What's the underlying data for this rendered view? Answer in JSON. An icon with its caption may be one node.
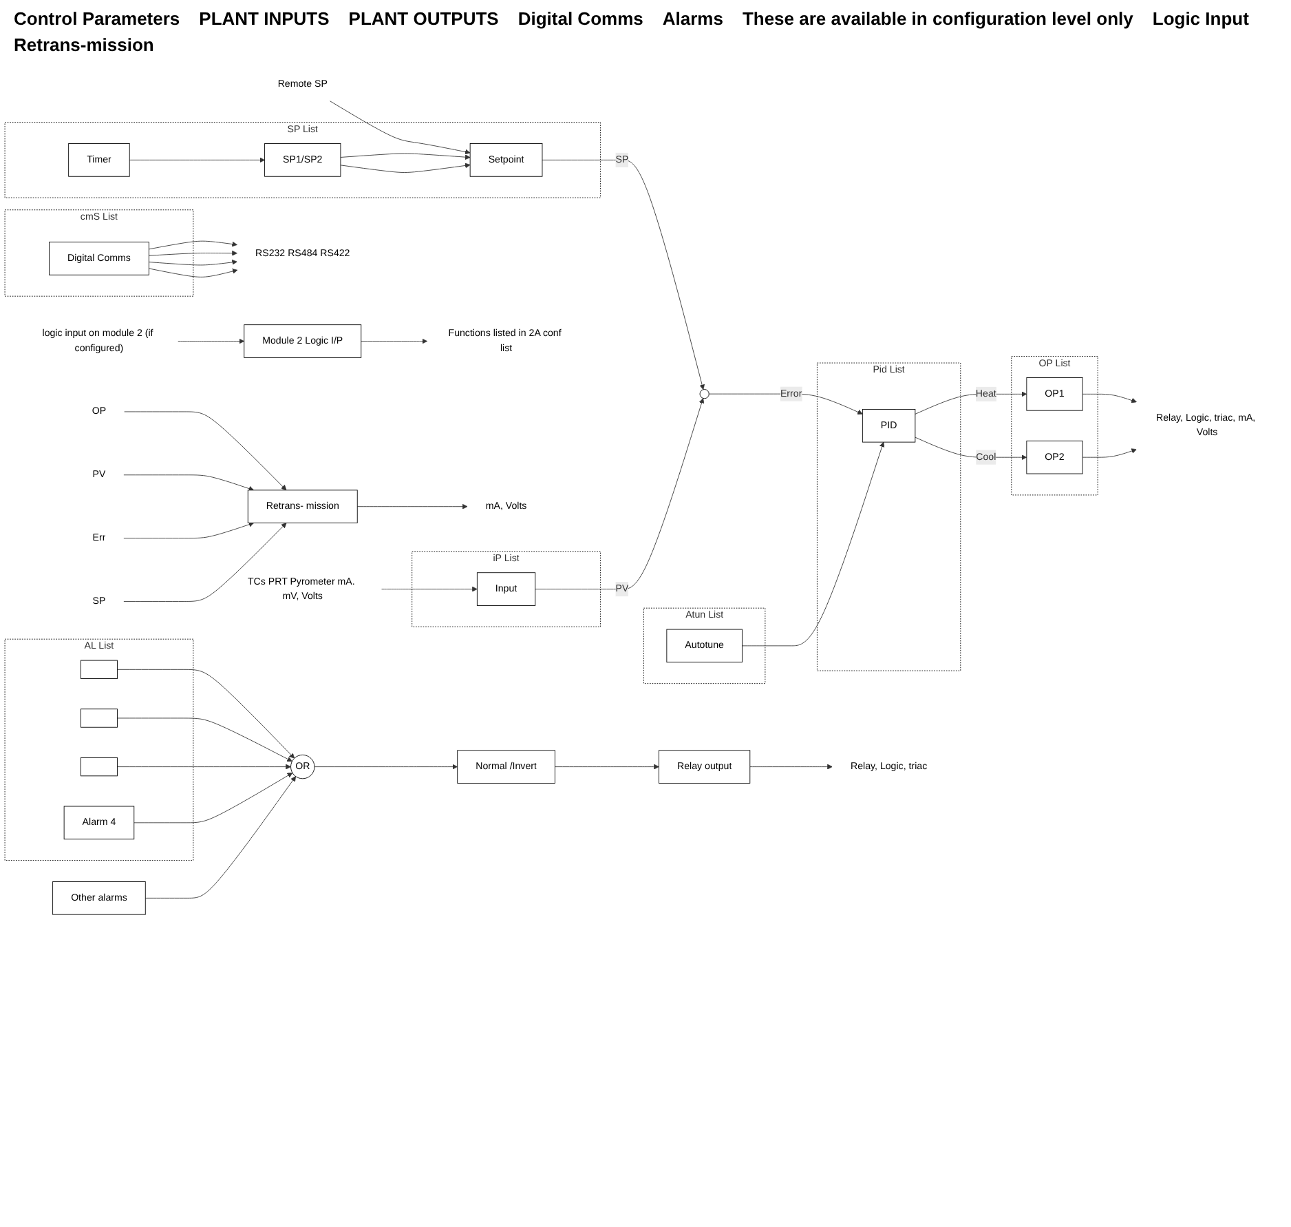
{
  "diagram": {
    "nodes": [
      {
        "text": [
          "Remote SP"
        ]
      },
      {
        "text": [
          "TCs PRT Pyrometer mA. mV, Volts"
        ]
      },
      {
        "text": [
          "SP List"
        ]
      },
      {
        "text": [
          "Timer"
        ],
        "in": 2
      },
      {
        "text": [
          "SP1/SP2"
        ],
        "in": 2
      },
      {
        "text": [
          "Setpoint"
        ],
        "in": 2
      },
      {
        "text": [
          "iP List"
        ]
      },
      {
        "text": [
          "Input"
        ],
        "in": 6
      },
      {
        "text": [],
        "shape": "circle"
      },
      {
        "text": [
          "Atun List"
        ]
      },
      {
        "text": [
          "Autotune"
        ],
        "in": 9
      },
      {
        "text": [
          "Pid List"
        ]
      },
      {
        "text": [
          "PID"
        ],
        "in": 11
      },
      {
        "text": [
          "OP List"
        ]
      },
      {
        "text": [
          "OP1"
        ],
        "in": 13
      },
      {
        "text": [
          "OP2"
        ],
        "in": 13
      },
      {
        "text": [
          "Relay, Logic, triac, mA, Volts"
        ]
      },
      {
        "text": [
          "cmS List"
        ]
      },
      {
        "text": [
          "Digital Comms"
        ],
        "in": 17
      },
      {
        "text": [
          "RS232 RS484 RS422"
        ]
      },
      {
        "text": [
          "AL List"
        ]
      },
      {
        "text": [],
        "shape": "box",
        "in": 20
      },
      {
        "text": [],
        "shape": "box",
        "in": 20
      },
      {
        "text": [],
        "shape": "box",
        "in": 20
      },
      {
        "text": [
          "Alarm 4"
        ],
        "in": 20
      },
      {
        "text": [
          "OR"
        ]
      },
      {
        "text": [
          "Other alarms"
        ]
      },
      {
        "text": [
          "Normal /Invert"
        ]
      },
      {
        "text": [
          "Relay output"
        ]
      },
      {
        "text": [
          "Relay, Logic, triac"
        ]
      },
      {
        "text": [
          "logic input on module 2 (if configured)"
        ]
      },
      {
        "text": [
          "Module 2 Logic I/P"
        ]
      },
      {
        "text": [
          "Functions listed in 2A conf list"
        ]
      },
      {
        "text": [
          "OP"
        ]
      },
      {
        "text": [
          "PV"
        ]
      },
      {
        "text": [
          "Err"
        ]
      },
      {
        "text": [
          "SP"
        ]
      },
      {
        "text": [
          "Retrans- mission"
        ]
      },
      {
        "text": [
          "mA, Volts"
        ]
      }
    ],
    "edges": [
      {
        "from": 0,
        "to": 5,
        "arrow": "to"
      },
      {
        "from": 3,
        "to": 4,
        "arrow": "to"
      },
      {
        "from": 4,
        "to": 5,
        "arrow": "to"
      },
      {
        "from": 4,
        "to": 5,
        "arrow": "to"
      },
      {
        "from": 5,
        "to": 8,
        "arrow": "to",
        "label": "SP"
      },
      {
        "from": 1,
        "to": 7,
        "arrow": "to"
      },
      {
        "from": 7,
        "to": 8,
        "arrow": "to",
        "label": "PV"
      },
      {
        "from": 8,
        "to": 12,
        "arrow": "to",
        "label": "Error"
      },
      {
        "from": 10,
        "to": 12,
        "arrow": "to"
      },
      {
        "from": 12,
        "to": 14,
        "arrow": "to",
        "label": "Heat"
      },
      {
        "from": 12,
        "to": 15,
        "arrow": "to",
        "label": "Cool"
      },
      {
        "from": 14,
        "to": 16,
        "arrow": "to"
      },
      {
        "from": 15,
        "to": 16,
        "arrow": "to"
      },
      {
        "from": 18,
        "to": 19,
        "arrow": "to"
      },
      {
        "from": 18,
        "to": 19,
        "arrow": "to"
      },
      {
        "from": 18,
        "to": 19,
        "arrow": "to"
      },
      {
        "from": 18,
        "to": 19,
        "arrow": "to"
      },
      {
        "from": 21,
        "to": 25,
        "arrow": "to"
      },
      {
        "from": 22,
        "to": 25,
        "arrow": "to"
      },
      {
        "from": 23,
        "to": 25,
        "arrow": "to"
      },
      {
        "from": 24,
        "to": 25,
        "arrow": "to"
      },
      {
        "from": 26,
        "to": 25,
        "arrow": "to"
      },
      {
        "from": 25,
        "to": 27,
        "arrow": "to"
      },
      {
        "from": 27,
        "to": 28,
        "arrow": "to"
      },
      {
        "from": 28,
        "to": 29,
        "arrow": "to"
      },
      {
        "from": 30,
        "to": 31,
        "arrow": "to"
      },
      {
        "from": 31,
        "to": 32,
        "arrow": "to"
      },
      {
        "from": 33,
        "to": 37,
        "arrow": "to"
      },
      {
        "from": 34,
        "to": 37,
        "arrow": "to"
      },
      {
        "from": 35,
        "to": 37,
        "arrow": "to"
      },
      {
        "from": 36,
        "to": 37,
        "arrow": "to"
      },
      {
        "from": 37,
        "to": 38,
        "arrow": "to"
      }
    ],
    "labels": [
      "Control Parameters",
      "PLANT INPUTS",
      "PLANT OUTPUTS",
      "Digital Comms",
      "Alarms",
      "These are available in configuration level only",
      "Logic Input",
      "Retrans-mission"
    ]
  }
}
